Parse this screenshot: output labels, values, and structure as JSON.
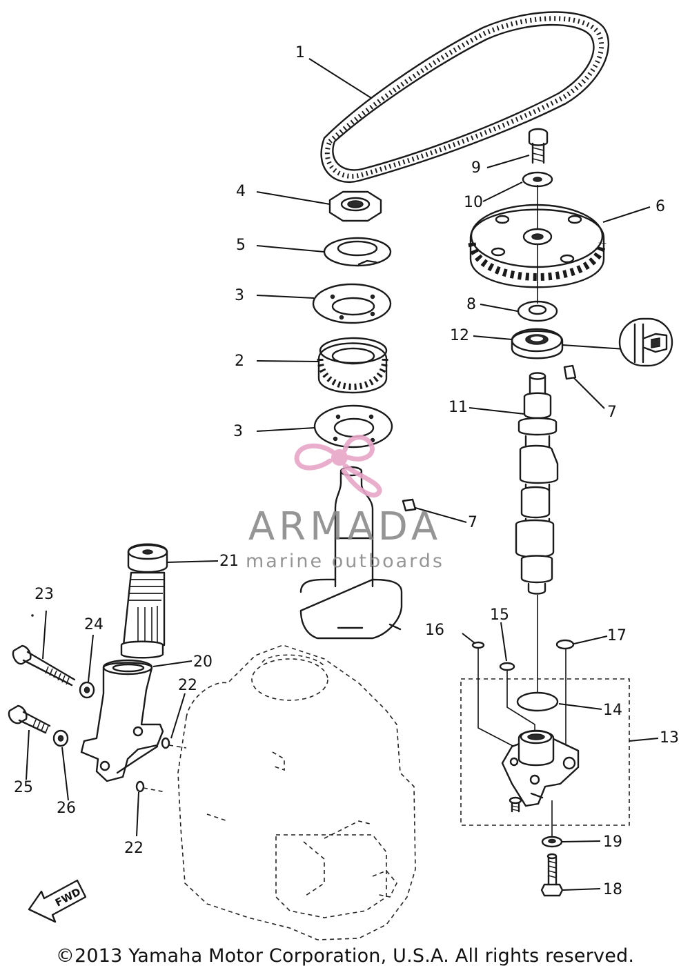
{
  "callouts": [
    {
      "id": "1",
      "label": "1"
    },
    {
      "id": "2",
      "label": "2"
    },
    {
      "id": "3a",
      "label": "3"
    },
    {
      "id": "3b",
      "label": "3"
    },
    {
      "id": "4",
      "label": "4"
    },
    {
      "id": "5",
      "label": "5"
    },
    {
      "id": "6",
      "label": "6"
    },
    {
      "id": "7a",
      "label": "7"
    },
    {
      "id": "7b",
      "label": "7"
    },
    {
      "id": "8",
      "label": "8"
    },
    {
      "id": "9",
      "label": "9"
    },
    {
      "id": "10",
      "label": "10"
    },
    {
      "id": "11",
      "label": "11"
    },
    {
      "id": "12",
      "label": "12"
    },
    {
      "id": "13",
      "label": "13"
    },
    {
      "id": "14",
      "label": "14"
    },
    {
      "id": "15",
      "label": "15"
    },
    {
      "id": "16",
      "label": "16"
    },
    {
      "id": "17",
      "label": "17"
    },
    {
      "id": "18",
      "label": "18"
    },
    {
      "id": "19",
      "label": "19"
    },
    {
      "id": "20",
      "label": "20"
    },
    {
      "id": "21",
      "label": "21"
    },
    {
      "id": "22a",
      "label": "22"
    },
    {
      "id": "22b",
      "label": "22"
    },
    {
      "id": "23",
      "label": "23"
    },
    {
      "id": "24",
      "label": "24"
    },
    {
      "id": "25",
      "label": "25"
    },
    {
      "id": "26",
      "label": "26"
    }
  ],
  "fwd_arrow": {
    "label": "FWD",
    "icon": "fwd-arrow-icon"
  },
  "watermark": {
    "brand": "ARMADA",
    "tagline": "marine outboards",
    "icon": "propeller-logo-icon",
    "accent_color": "#e8a6c8",
    "text_color": "#8a8a8a"
  },
  "copyright": "©2013 Yamaha Motor Corporation, U.S.A. All rights reserved."
}
